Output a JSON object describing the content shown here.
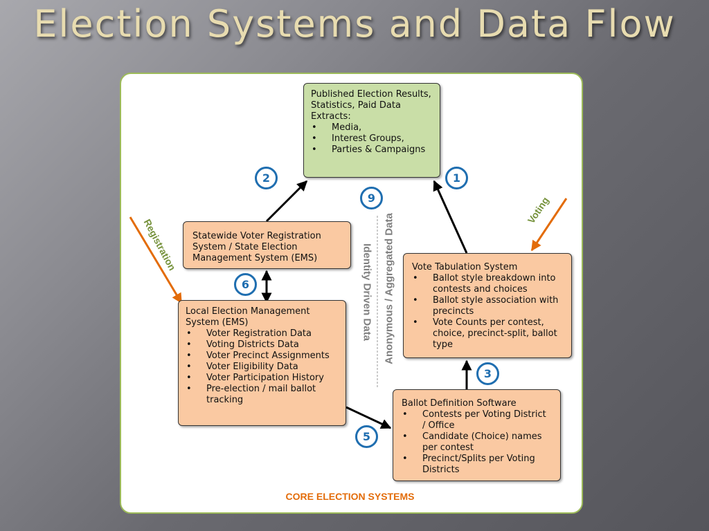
{
  "title": "Election Systems and Data Flow",
  "boxes": {
    "published": {
      "heading": "Published Election Results, Statistics, Paid Data Extracts:",
      "items": [
        "Media,",
        "Interest Groups,",
        "Parties & Campaigns"
      ]
    },
    "statewide": {
      "heading": "Statewide Voter Registration System / State Election Management System (EMS)"
    },
    "local": {
      "heading": "Local Election Management System (EMS)",
      "items": [
        "Voter Registration Data",
        "Voting Districts Data",
        "Voter Precinct Assignments",
        "Voter Eligibility Data",
        "Voter Participation History",
        "Pre-election / mail ballot tracking"
      ]
    },
    "tabulation": {
      "heading": "Vote Tabulation System",
      "items": [
        "Ballot style breakdown into contests and choices",
        "Ballot style association with precincts",
        "Vote Counts per contest, choice, precinct-split, ballot type"
      ]
    },
    "ballot": {
      "heading": "Ballot Definition Software",
      "items": [
        "Contests per Voting District / Office",
        "Candidate (Choice) names per contest",
        "Precinct/Splits per Voting Districts"
      ]
    }
  },
  "badges": [
    "1",
    "2",
    "3",
    "5",
    "6",
    "9"
  ],
  "labels": {
    "registration": "Registration",
    "voting": "Voting",
    "anonymous": "Anonymous / Aggregated Data",
    "identity": "Identity Driven Data"
  },
  "footer": "CORE  ELECTION SYSTEMS",
  "colors": {
    "title": "#e8dcb0",
    "panel_border": "#9dbb59",
    "green_box": "#c9dea7",
    "peach_box": "#fac9a2",
    "badge_blue": "#1f6eb0",
    "orange": "#e36c0a",
    "side_label_green": "#76923c",
    "grey_text": "#7f7f7f"
  }
}
